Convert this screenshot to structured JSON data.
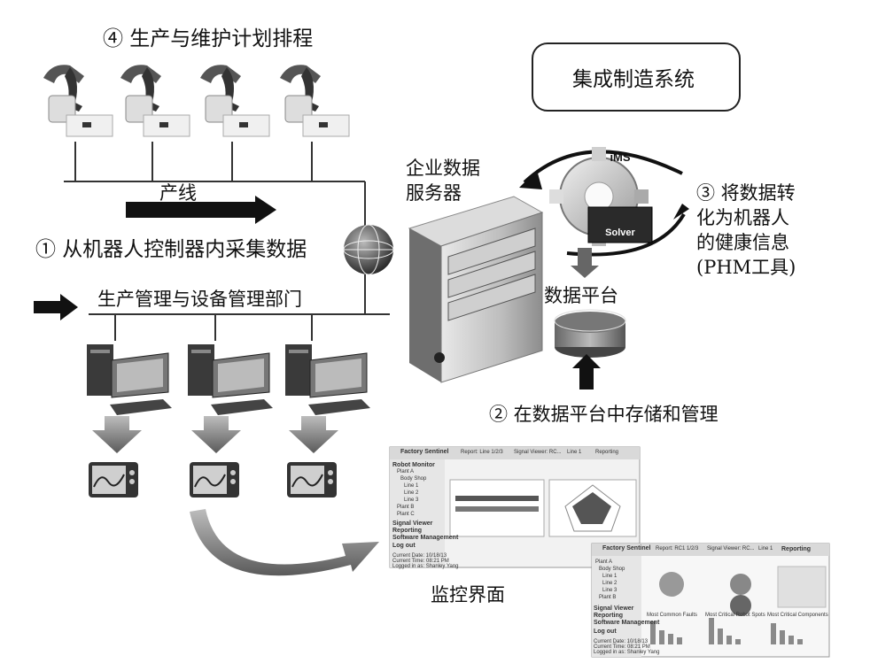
{
  "labels": {
    "step4": "④ 生产与维护计划排程",
    "integrated_system": "集成制造系统",
    "enterprise_server": [
      "企业数据",
      "服务器"
    ],
    "step3": [
      "③ 将数据转",
      "化为机器人",
      "的健康信息",
      "(PHM工具)"
    ],
    "production_line": "产线",
    "step1": "① 从机器人控制器内采集数据",
    "department": "生产管理与设备管理部门",
    "data_platform": "数据平台",
    "step2": "② 在数据平台中存储和管理",
    "monitor_ui": "监控界面",
    "ims_logo": "iMS",
    "solver": "Solver"
  },
  "screen1": {
    "title": "Factory Sentinel",
    "tabs": [
      "Report: Line 1/2/3",
      "Signal Viewer: RC...",
      "Line 1",
      "Reporting"
    ],
    "menu": [
      "Robot Monitor",
      "Plant A",
      "Body Shop",
      "Line 1",
      "Line 2",
      "Line 3",
      "Plant B",
      "Plant C",
      "Signal Viewer",
      "Reporting",
      "Software Management",
      "Log out"
    ],
    "footer": [
      "Current Date: 10/18/13",
      "Current Time: 08:21 PM",
      "Logged in as: Shanley Yang"
    ]
  },
  "screen2": {
    "title": "Factory Sentinel",
    "tabs": [
      "Report: RC1 1/2/3",
      "Signal Viewer: RC...",
      "Line 1",
      "Reporting"
    ],
    "menu": [
      "Plant A",
      "Body Shop",
      "Line 1",
      "Line 2",
      "Line 3",
      "Plant B",
      "Signal Viewer",
      "Reporting",
      "Software Management",
      "Log out"
    ],
    "charts": [
      "Most Common Faults",
      "Most Critical Robot Spots",
      "Most Critical Components"
    ],
    "footer": [
      "Current Date: 10/18/13",
      "Current Time: 08:21 PM",
      "Logged in as: Shanley Yang"
    ]
  }
}
